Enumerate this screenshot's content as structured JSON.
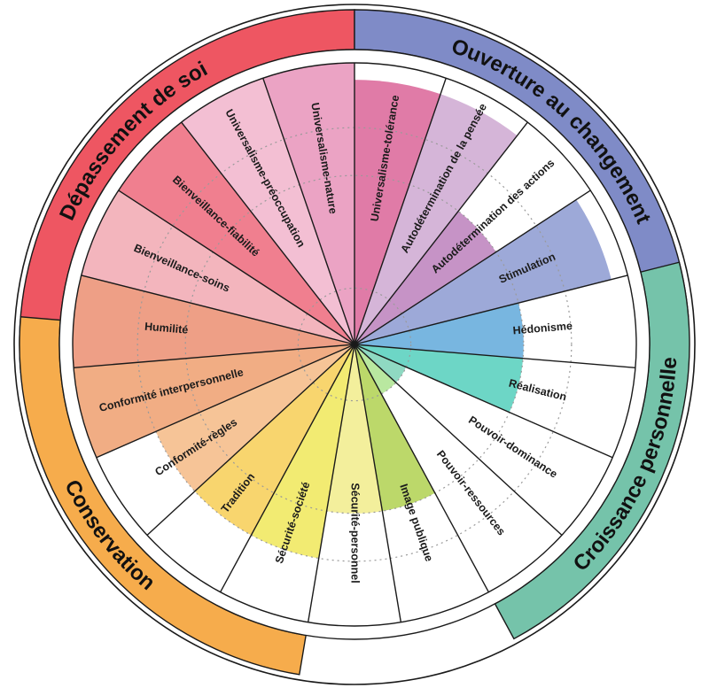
{
  "diagram": {
    "slices": [
      {
        "label": "Universalisme-tolérance",
        "color": "#e07ba7",
        "fill": 0.94
      },
      {
        "label": "Autodétermination de la pensée",
        "color": "#d5b5d8",
        "fill": 0.94
      },
      {
        "label": "Autodétermination des actions",
        "color": "#c693c6",
        "fill": 0.6
      },
      {
        "label": "Stimulation",
        "color": "#9da9d8",
        "fill": 0.94
      },
      {
        "label": "Hédonisme",
        "color": "#78b6e0",
        "fill": 0.6
      },
      {
        "label": "Réalisation",
        "color": "#6dd6c6",
        "fill": 0.6
      },
      {
        "label": "Pouvoir-dominance",
        "color": "#8fd9c2",
        "fill": 0.2
      },
      {
        "label": "Pouvoir-ressources",
        "color": "#b9e8a0",
        "fill": 0.2
      },
      {
        "label": "Image publique",
        "color": "#bcd86a",
        "fill": 0.6
      },
      {
        "label": "Sécurité-personnel",
        "color": "#f3ef9c",
        "fill": 0.6
      },
      {
        "label": "Sécurité-société",
        "color": "#f2eb72",
        "fill": 0.77
      },
      {
        "label": "Tradition",
        "color": "#f8d56e",
        "fill": 0.77
      },
      {
        "label": "Conformité-règles",
        "color": "#f6c497",
        "fill": 0.77
      },
      {
        "label": "Conformité interpersonnelle",
        "color": "#f1ad84",
        "fill": 1.0
      },
      {
        "label": "Humilité",
        "color": "#ee9f86",
        "fill": 1.0
      },
      {
        "label": "Bienveillance-soins",
        "color": "#f3b5bd",
        "fill": 1.0
      },
      {
        "label": "Bienveillance-fiabilité",
        "color": "#f07f8f",
        "fill": 1.0
      },
      {
        "label": "Universalisme-préoccupation",
        "color": "#f3bfd3",
        "fill": 1.0
      },
      {
        "label": "Universalisme-nature",
        "color": "#eba3c4",
        "fill": 1.0
      }
    ],
    "outer": [
      {
        "label": "Dépassement de soi",
        "color": "#ee5662",
        "start": 0,
        "end": 0,
        "text_angle": -42,
        "flip": false
      },
      {
        "label": "Ouverture au changement",
        "color": "#7f8bc7",
        "start": 0,
        "end": 0,
        "text_angle": 40,
        "flip": false
      },
      {
        "label": "Croissance personnelle",
        "color": "#75c3aa",
        "start": 0,
        "end": 0,
        "text_angle": 100,
        "flip": true
      },
      {
        "label": "Conservation",
        "color": "#f6ac4c",
        "start": 0,
        "end": 0,
        "text_angle": 195,
        "flip": true
      }
    ]
  }
}
